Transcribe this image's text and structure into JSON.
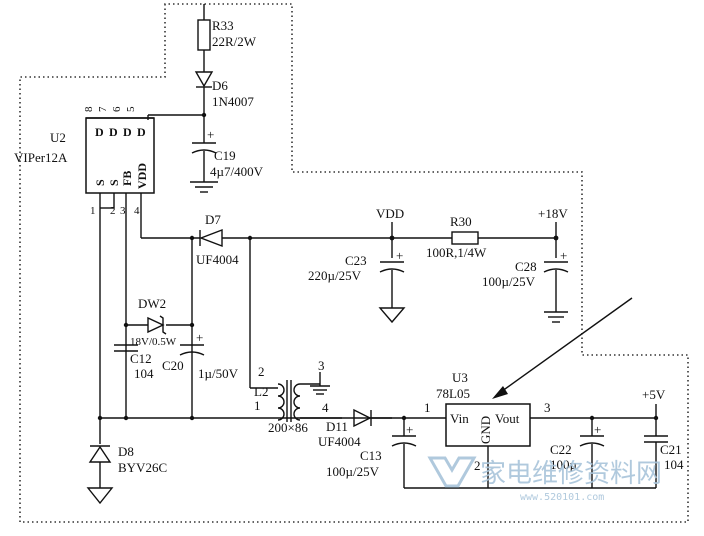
{
  "labels": {
    "r33": "R33",
    "r33_val": "22R/2W",
    "d6": "D6",
    "d6_val": "1N4007",
    "c19": "C19",
    "c19_val": "4µ7/400V",
    "u2": "U2",
    "u2_val": "VIPer12A",
    "d7": "D7",
    "d7_val": "UF4004",
    "vdd_net": "VDD",
    "r30": "R30",
    "r30_val": "100R,1/4W",
    "v18": "+18V",
    "c23": "C23",
    "c23_val": "220µ/25V",
    "c28": "C28",
    "c28_val": "100µ/25V",
    "dw2": "DW2",
    "dw2_val": "18V/0.5W",
    "c12": "C12",
    "c12_val": "104",
    "c20": "C20",
    "c20_val": "1µ/50V",
    "l2": "L2",
    "l2_val": "200×86",
    "d11": "D11",
    "d11_val": "UF4004",
    "u3": "U3",
    "u3_val": "78L05",
    "vin": "Vin",
    "gnd": "GND",
    "vout": "Vout",
    "v5": "+5V",
    "c13": "C13",
    "c13_val": "100µ/25V",
    "c22": "C22",
    "c22_val": "100µ",
    "c21": "C21",
    "c21_val": "104",
    "d8": "D8",
    "d8_val": "BYV26C"
  },
  "u2_pins": {
    "top_numbers": [
      "8",
      "7",
      "6",
      "5"
    ],
    "top_names": [
      "D",
      "D",
      "D",
      "D"
    ],
    "side_names": [
      "S",
      "S",
      "FB",
      "VDD"
    ],
    "bottom_numbers": [
      "1",
      "2",
      "3",
      "4"
    ]
  },
  "pin_numbers": {
    "l2_p1": "1",
    "l2_p2": "2",
    "l2_p3": "3",
    "l2_p4": "4",
    "u3_p1": "1",
    "u3_p2": "2",
    "u3_p3": "3"
  },
  "polarity": "+",
  "watermark": {
    "text": "家电维修资料网",
    "sub": "www.520101.com"
  },
  "colors": {
    "ink": "#111111",
    "watermark": "#a8c4da"
  }
}
